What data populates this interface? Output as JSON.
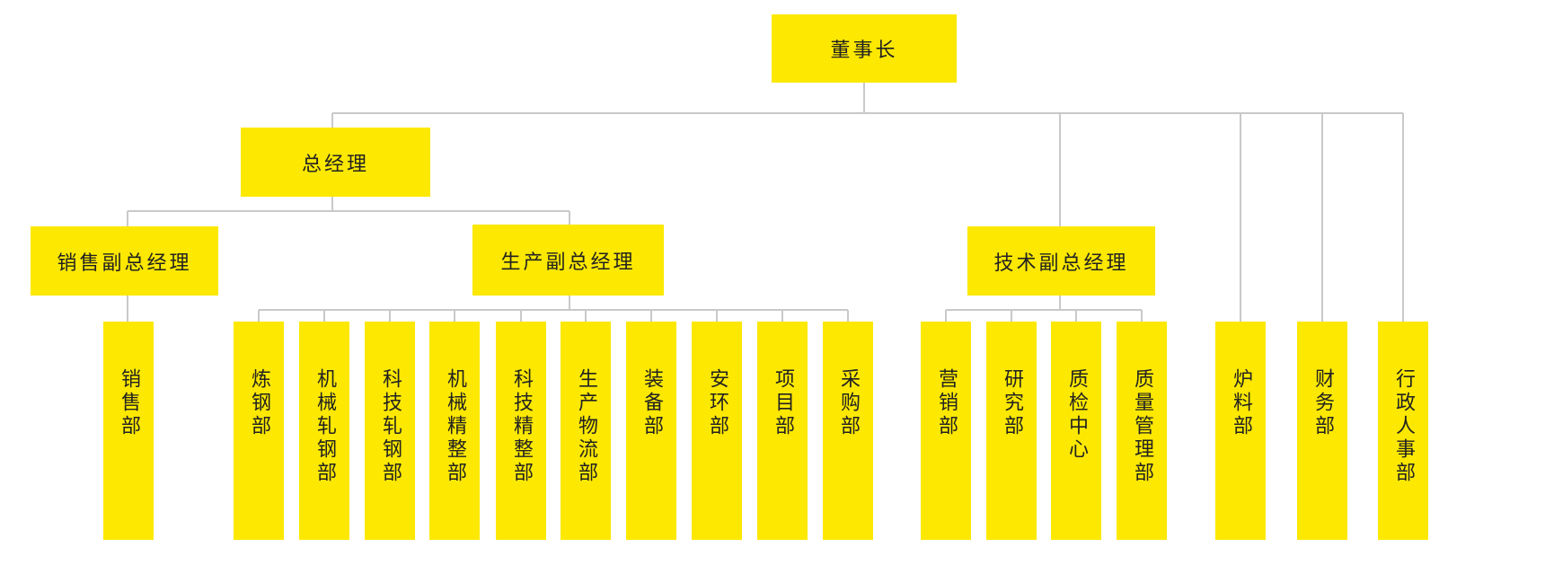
{
  "accent": "#FCE800",
  "line_color": "#c9c9c9",
  "chairman": "董事长",
  "general_manager": "总经理",
  "vice_gms": {
    "sales": "销售副总经理",
    "production": "生产副总经理",
    "technology": "技术副总经理"
  },
  "departments": {
    "sales": [
      "销售部"
    ],
    "production": [
      "炼钢部",
      "机械轧钢部",
      "科技轧钢部",
      "机械精整部",
      "科技精整部",
      "生产物流部",
      "装备部",
      "安环部",
      "项目部",
      "采购部"
    ],
    "technology": [
      "营销部",
      "研究部",
      "质检中心",
      "质量管理部"
    ],
    "direct": [
      "炉料部",
      "财务部",
      "行政人事部"
    ]
  }
}
